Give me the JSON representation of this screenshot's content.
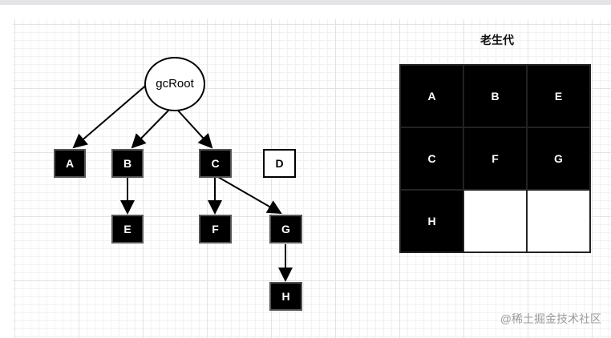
{
  "tree": {
    "root": "gcRoot",
    "nodes": [
      {
        "id": "A",
        "label": "A",
        "style": "filled"
      },
      {
        "id": "B",
        "label": "B",
        "style": "filled"
      },
      {
        "id": "C",
        "label": "C",
        "style": "filled"
      },
      {
        "id": "D",
        "label": "D",
        "style": "outlined"
      },
      {
        "id": "E",
        "label": "E",
        "style": "filled"
      },
      {
        "id": "F",
        "label": "F",
        "style": "filled"
      },
      {
        "id": "G",
        "label": "G",
        "style": "filled"
      },
      {
        "id": "H",
        "label": "H",
        "style": "filled"
      }
    ],
    "edges": [
      [
        "gcRoot",
        "A"
      ],
      [
        "gcRoot",
        "B"
      ],
      [
        "gcRoot",
        "C"
      ],
      [
        "B",
        "E"
      ],
      [
        "C",
        "F"
      ],
      [
        "C",
        "G"
      ],
      [
        "G",
        "H"
      ]
    ]
  },
  "old_generation": {
    "title": "老生代",
    "cells": [
      "A",
      "B",
      "E",
      "C",
      "F",
      "G",
      "H",
      "",
      ""
    ]
  },
  "watermark": "@稀土掘金技术社区",
  "colors": {
    "node_fill": "#000000",
    "node_text": "#ffffff",
    "edge": "#000000"
  }
}
